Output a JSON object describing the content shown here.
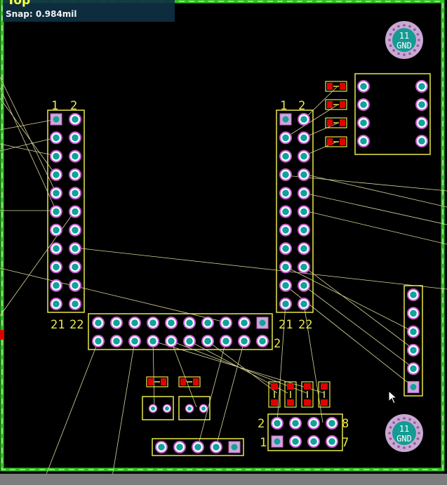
{
  "hud": {
    "layer": "Top",
    "snap": "Snap: 0.984mil"
  },
  "colors": {
    "background": "#000000",
    "outline": "#e8e84a",
    "board_edge": "#2fc11f",
    "board_edge_dash": "#e8ffe0",
    "pad_ring": "#c85ad0",
    "pad_core": "#0fa39a",
    "smd_pad": "#e00000",
    "ratsnest": "#d9d79a",
    "gnd_ring": "#c9a8d2",
    "gnd_core": "#149b93"
  },
  "mounting_holes": [
    {
      "number": "11",
      "net": "GND"
    },
    {
      "number": "11",
      "net": "GND"
    }
  ],
  "connectors": {
    "left_header": {
      "pin_top_left": "1",
      "pin_top_right": "2",
      "pin_bottom_left": "21",
      "pin_bottom_right": "22"
    },
    "right_header": {
      "pin_top_left": "1",
      "pin_top_right": "2",
      "pin_bottom_left": "21",
      "pin_bottom_right": "22"
    },
    "horizontal_header": {
      "pin_end": "2"
    },
    "small_header": {
      "pin_1": "1",
      "pin_2": "2",
      "pin_7": "7",
      "pin_8": "8"
    }
  },
  "icons": {
    "cursor": "arrow-cursor-icon"
  }
}
